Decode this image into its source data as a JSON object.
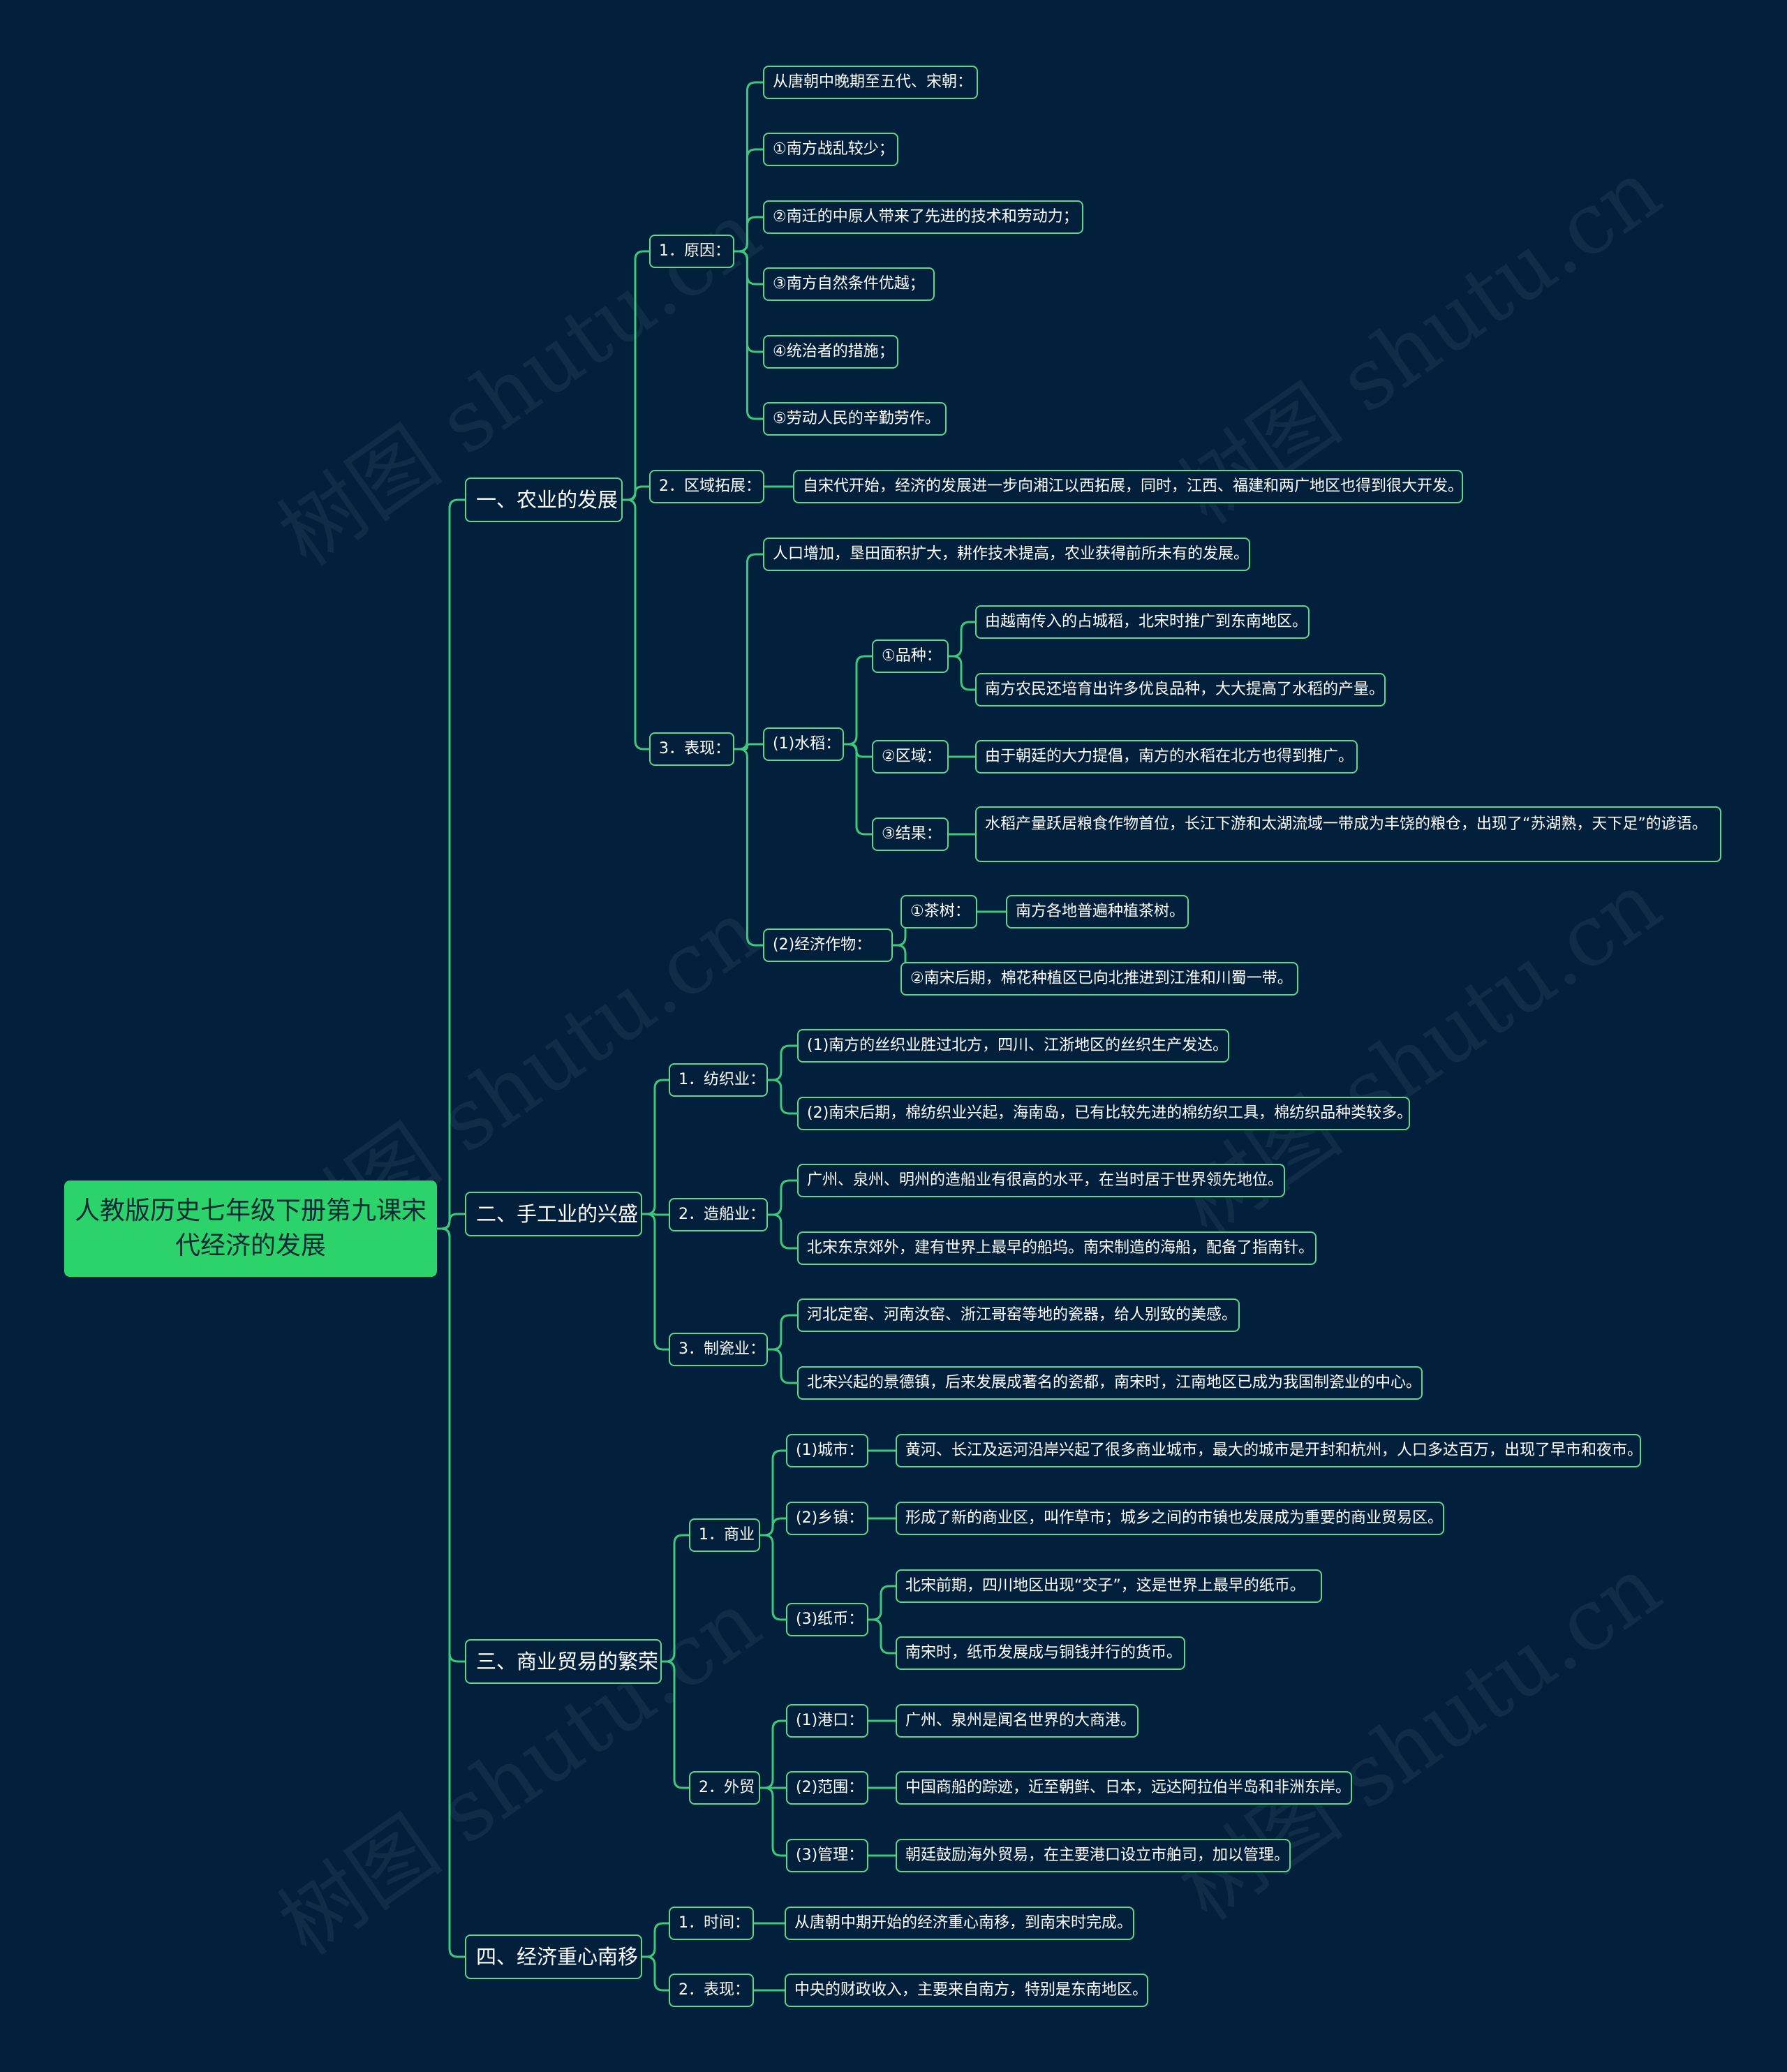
{
  "root": "人教版历史七年级下册第九课宋代经济的发展",
  "watermark": "树图 shutu.cn",
  "edge_color": "#3ec97a",
  "nodes": {
    "s1": "一、农业的发展",
    "s1_1": "1．原因：",
    "s1_1a": "从唐朝中晚期至五代、宋朝：",
    "s1_1b": "①南方战乱较少；",
    "s1_1c": "②南迁的中原人带来了先进的技术和劳动力；",
    "s1_1d": "③南方自然条件优越；",
    "s1_1e": "④统治者的措施；",
    "s1_1f": "⑤劳动人民的辛勤劳作。",
    "s1_2": "2．区域拓展：",
    "s1_2a": "自宋代开始，经济的发展进一步向湘江以西拓展，同时，江西、福建和两广地区也得到很大开发。",
    "s1_3": "3．表现：",
    "s1_3a": "人口增加，垦田面积扩大，耕作技术提高，农业获得前所未有的发展。",
    "s1_3b": "(1)水稻：",
    "s1_3b1": "①品种：",
    "s1_3b1a": "由越南传入的占城稻，北宋时推广到东南地区。",
    "s1_3b1b": "南方农民还培育出许多优良品种，大大提高了水稻的产量。",
    "s1_3b2": "②区域：",
    "s1_3b2a": "由于朝廷的大力提倡，南方的水稻在北方也得到推广。",
    "s1_3b3": "③结果：",
    "s1_3b3a": "水稻产量跃居粮食作物首位，长江下游和太湖流域一带成为丰饶的粮仓，出现了“苏湖熟，天下足”的谚语。",
    "s1_3c": "(2)经济作物：",
    "s1_3c1": "①茶树：",
    "s1_3c1a": "南方各地普遍种植茶树。",
    "s1_3c2": "②南宋后期，棉花种植区已向北推进到江淮和川蜀一带。",
    "s2": "二、手工业的兴盛",
    "s2_1": "1．纺织业：",
    "s2_1a": "(1)南方的丝织业胜过北方，四川、江浙地区的丝织生产发达。",
    "s2_1b": "(2)南宋后期，棉纺织业兴起，海南岛，已有比较先进的棉纺织工具，棉纺织品种类较多。",
    "s2_2": "2．造船业：",
    "s2_2a": "广州、泉州、明州的造船业有很高的水平，在当时居于世界领先地位。",
    "s2_2b": "北宋东京郊外，建有世界上最早的船坞。南宋制造的海船，配备了指南针。",
    "s2_3": "3．制瓷业：",
    "s2_3a": "河北定窑、河南汝窑、浙江哥窑等地的瓷器，给人别致的美感。",
    "s2_3b": "北宋兴起的景德镇，后来发展成著名的瓷都，南宋时，江南地区已成为我国制瓷业的中心。",
    "s3": "三、商业贸易的繁荣",
    "s3_1": "1．商业",
    "s3_1a": "(1)城市：",
    "s3_1a1": "黄河、长江及运河沿岸兴起了很多商业城市，最大的城市是开封和杭州，人口多达百万，出现了早市和夜市。",
    "s3_1b": "(2)乡镇：",
    "s3_1b1": "形成了新的商业区，叫作草市；城乡之间的市镇也发展成为重要的商业贸易区。",
    "s3_1c": "(3)纸币：",
    "s3_1c1": "北宋前期，四川地区出现“交子”，这是世界上最早的纸币。",
    "s3_1c2": "南宋时，纸币发展成与铜钱并行的货币。",
    "s3_2": "2．外贸",
    "s3_2a": "(1)港口：",
    "s3_2a1": "广州、泉州是闻名世界的大商港。",
    "s3_2b": "(2)范围：",
    "s3_2b1": "中国商船的踪迹，近至朝鲜、日本，远达阿拉伯半岛和非洲东岸。",
    "s3_2c": "(3)管理：",
    "s3_2c1": "朝廷鼓励海外贸易，在主要港口设立市舶司，加以管理。",
    "s4": "四、经济重心南移",
    "s4_1": "1．时间：",
    "s4_1a": "从唐朝中期开始的经济重心南移，到南宋时完成。",
    "s4_2": "2．表现：",
    "s4_2a": "中央的财政收入，主要来自南方，特别是东南地区。"
  }
}
